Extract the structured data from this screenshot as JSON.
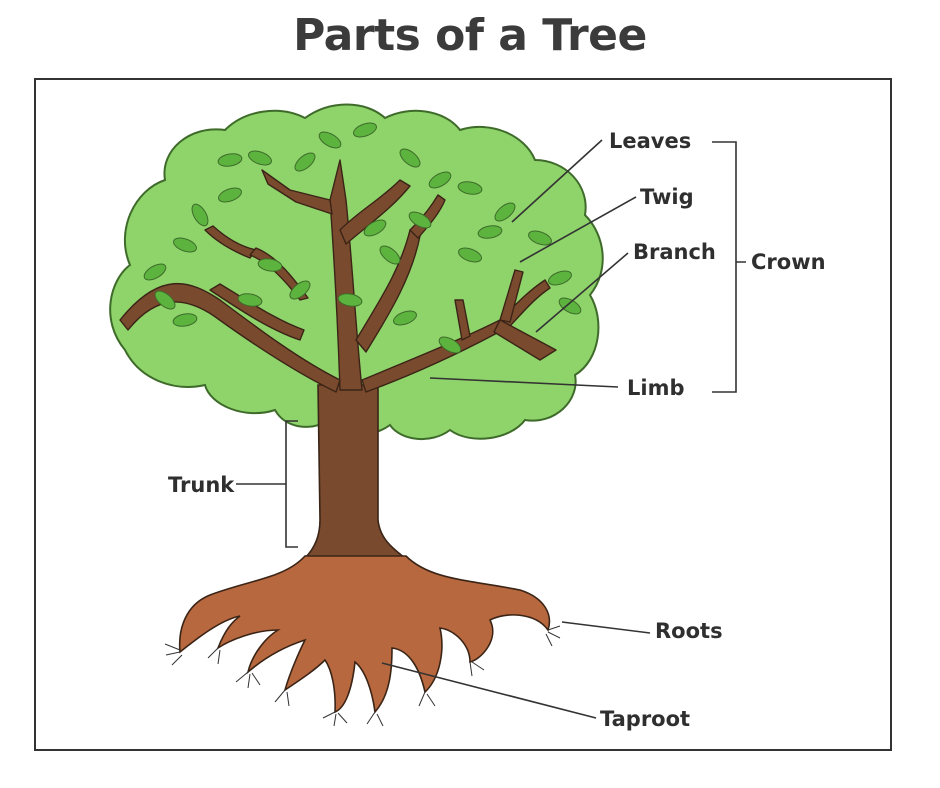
{
  "title": "Parts of a Tree",
  "labels": {
    "leaves": "Leaves",
    "twig": "Twig",
    "branch": "Branch",
    "crown": "Crown",
    "limb": "Limb",
    "trunk": "Trunk",
    "roots": "Roots",
    "taproot": "Taproot"
  },
  "colors": {
    "foliage": "#8fd36b",
    "foliage_edge": "#3e6b2a",
    "leaf": "#5cb43e",
    "wood": "#7a4a2e",
    "wood_edge": "#3a2416",
    "root": "#b8683f",
    "frame": "#333333"
  }
}
